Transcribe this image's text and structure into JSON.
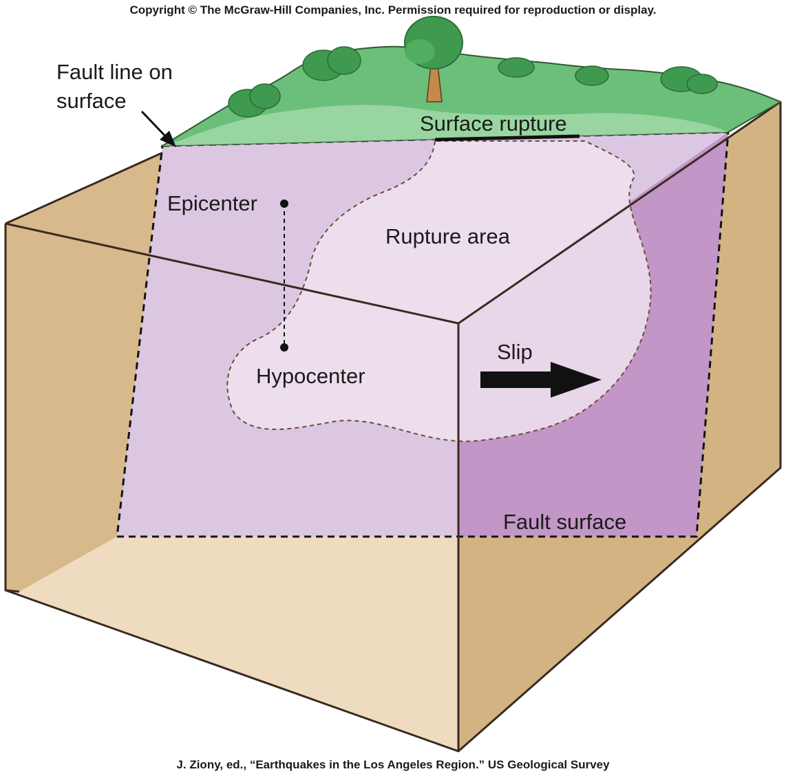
{
  "copyright": "Copyright © The McGraw-Hill Companies, Inc. Permission required for reproduction or display.",
  "source_credit": "J. Ziony, ed., “Earthquakes in the Los Angeles Region.” US Geological Survey",
  "labels": {
    "fault_line_line1": "Fault line on",
    "fault_line_line2": "surface",
    "surface_rupture": "Surface rupture",
    "epicenter": "Epicenter",
    "rupture_area": "Rupture area",
    "hypocenter": "Hypocenter",
    "slip": "Slip",
    "fault_surface": "Fault surface"
  },
  "colors": {
    "grass": "#6cbf7a",
    "grass_light": "#a8dcae",
    "tree_canopy": "#3f9a4f",
    "tree_trunk": "#c58a4a",
    "earth_side": "#d4b383",
    "earth_inner": "#efdcc0",
    "fault_plane": "#dcc7e2",
    "fault_plane_dark": "#c296c7",
    "rupture_area": "#eee2ef",
    "outline": "#3a2a20"
  }
}
